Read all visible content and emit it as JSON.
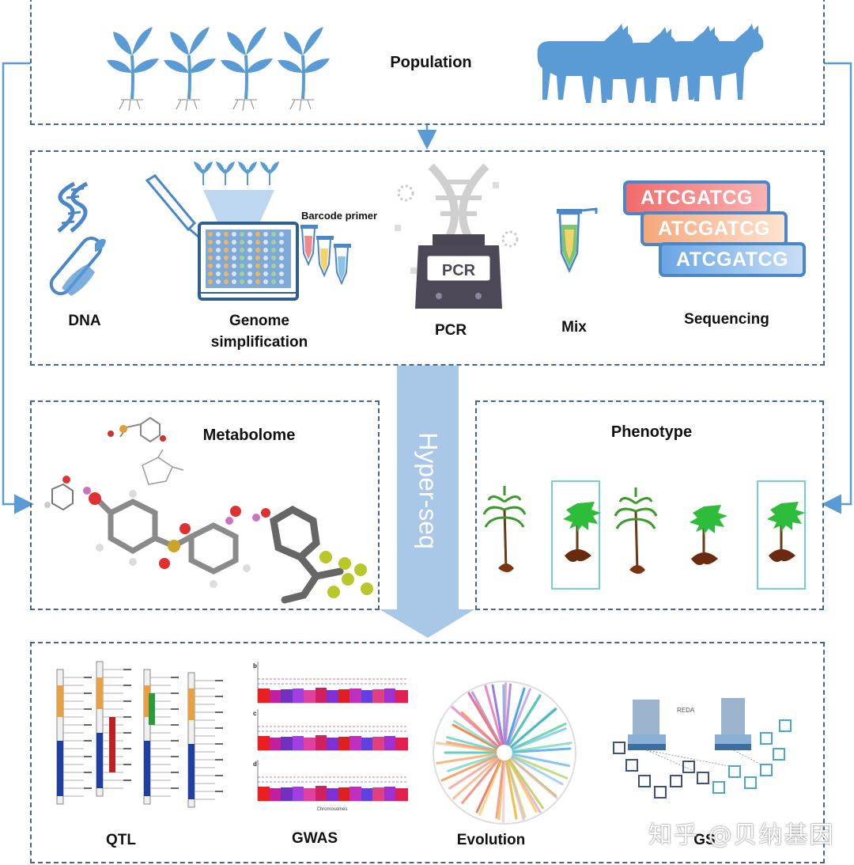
{
  "population": {
    "label": "Population"
  },
  "library": {
    "dna_label": "DNA",
    "genome_label": "Genome\nsimplification",
    "barcode_label": "Barcode primer",
    "pcr_label": "PCR",
    "pcr_device_text": "PCR",
    "mix_label": "Mix",
    "sequencing_label": "Sequencing",
    "sequences": [
      "ATCGATCG",
      "ATCGATCG",
      "ATCGATCG"
    ]
  },
  "hyperseq": {
    "label": "Hyper-seq"
  },
  "metabolome": {
    "label": "Metabolome"
  },
  "phenotype": {
    "label": "Phenotype"
  },
  "analysis": {
    "qtl_label": "QTL",
    "gwas_label": "GWAS",
    "evolution_label": "Evolution",
    "gs_label": "GS",
    "gs_chart_text": "REDA",
    "gwas_panel_letters": [
      "b",
      "c",
      "d"
    ],
    "gwas_xaxis_text": "Chromosomes"
  },
  "watermark": {
    "text": "知乎 @贝纳基因"
  },
  "colors": {
    "panel_border": "#41698f",
    "icon_blue": "#5b9bd5",
    "arrow_blue": "#a9c8e8",
    "connector": "#5b9bd5"
  }
}
